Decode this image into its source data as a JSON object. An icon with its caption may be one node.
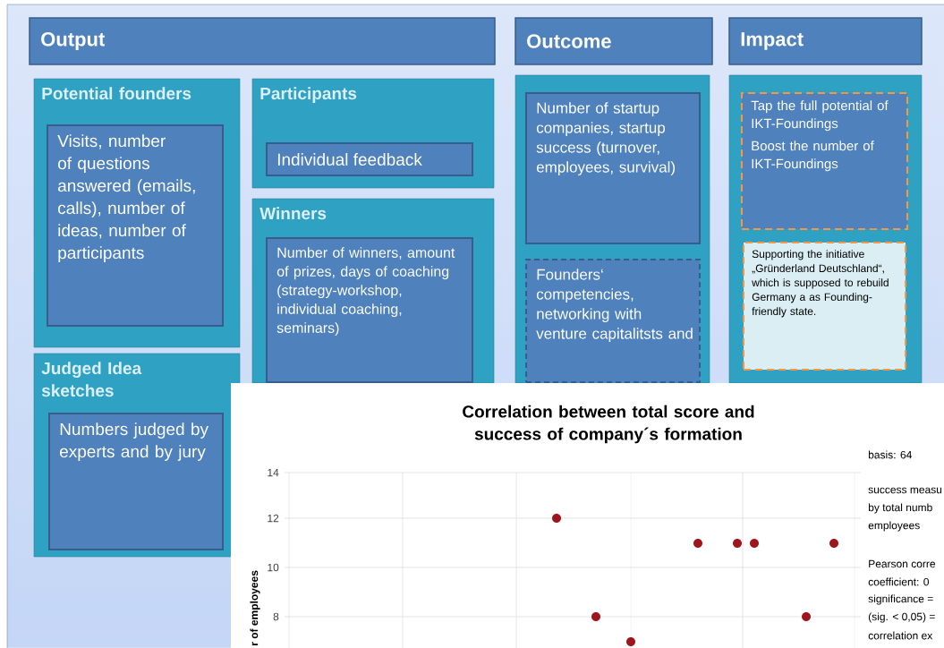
{
  "diagram": {
    "nodes": [
      {
        "text": [
          "Output"
        ]
      },
      {
        "text": [
          "Outcome"
        ]
      },
      {
        "text": [
          "Impact"
        ]
      },
      {
        "text": [
          "Potential founders"
        ]
      },
      {
        "text": [
          "Visits, number of questions answered (emails, calls), number of ideas, number of participants"
        ],
        "in": 3
      },
      {
        "text": [
          "Judged Idea sketches"
        ]
      },
      {
        "text": [
          "Numbers judged by experts and by jury"
        ],
        "in": 5
      },
      {
        "text": [
          "Participants"
        ]
      },
      {
        "text": [
          "Individual feedback"
        ],
        "in": 7
      },
      {
        "text": [
          "Winners"
        ]
      },
      {
        "text": [
          "Number of winners, amount of prizes, days of coaching (strategy-workshop, individual coaching, seminars)"
        ],
        "in": 9
      },
      {
        "text": [],
        "shape": "box"
      },
      {
        "text": [
          "Number of startup companies, startup success (turnover, employees, survival)"
        ],
        "in": 11
      },
      {
        "text": [
          "Founders‘ competencies, networking with venture capitalitsts and"
        ],
        "in": 11
      },
      {
        "text": [],
        "shape": "box"
      },
      {
        "text": [
          "Tap the full potential of IKT-Foundings",
          "Boost the number of IKT-Foundings"
        ],
        "in": 14
      },
      {
        "text": [
          "Supporting the initiative „Gründerland Deutschland“, which is supposed to rebuild Germany  a as Founding-friendly state."
        ],
        "in": 14
      }
    ],
    "labels": [
      "Correlation between total score and success of company´s formation",
      "14",
      "12",
      "10",
      "8",
      "r of employees",
      "basis: 64",
      "success measu",
      "by total numb",
      "employees",
      "Pearson corre",
      "coefficient:  0",
      "significance =",
      "(sig. < 0,05) =",
      "correlation ex"
    ]
  }
}
